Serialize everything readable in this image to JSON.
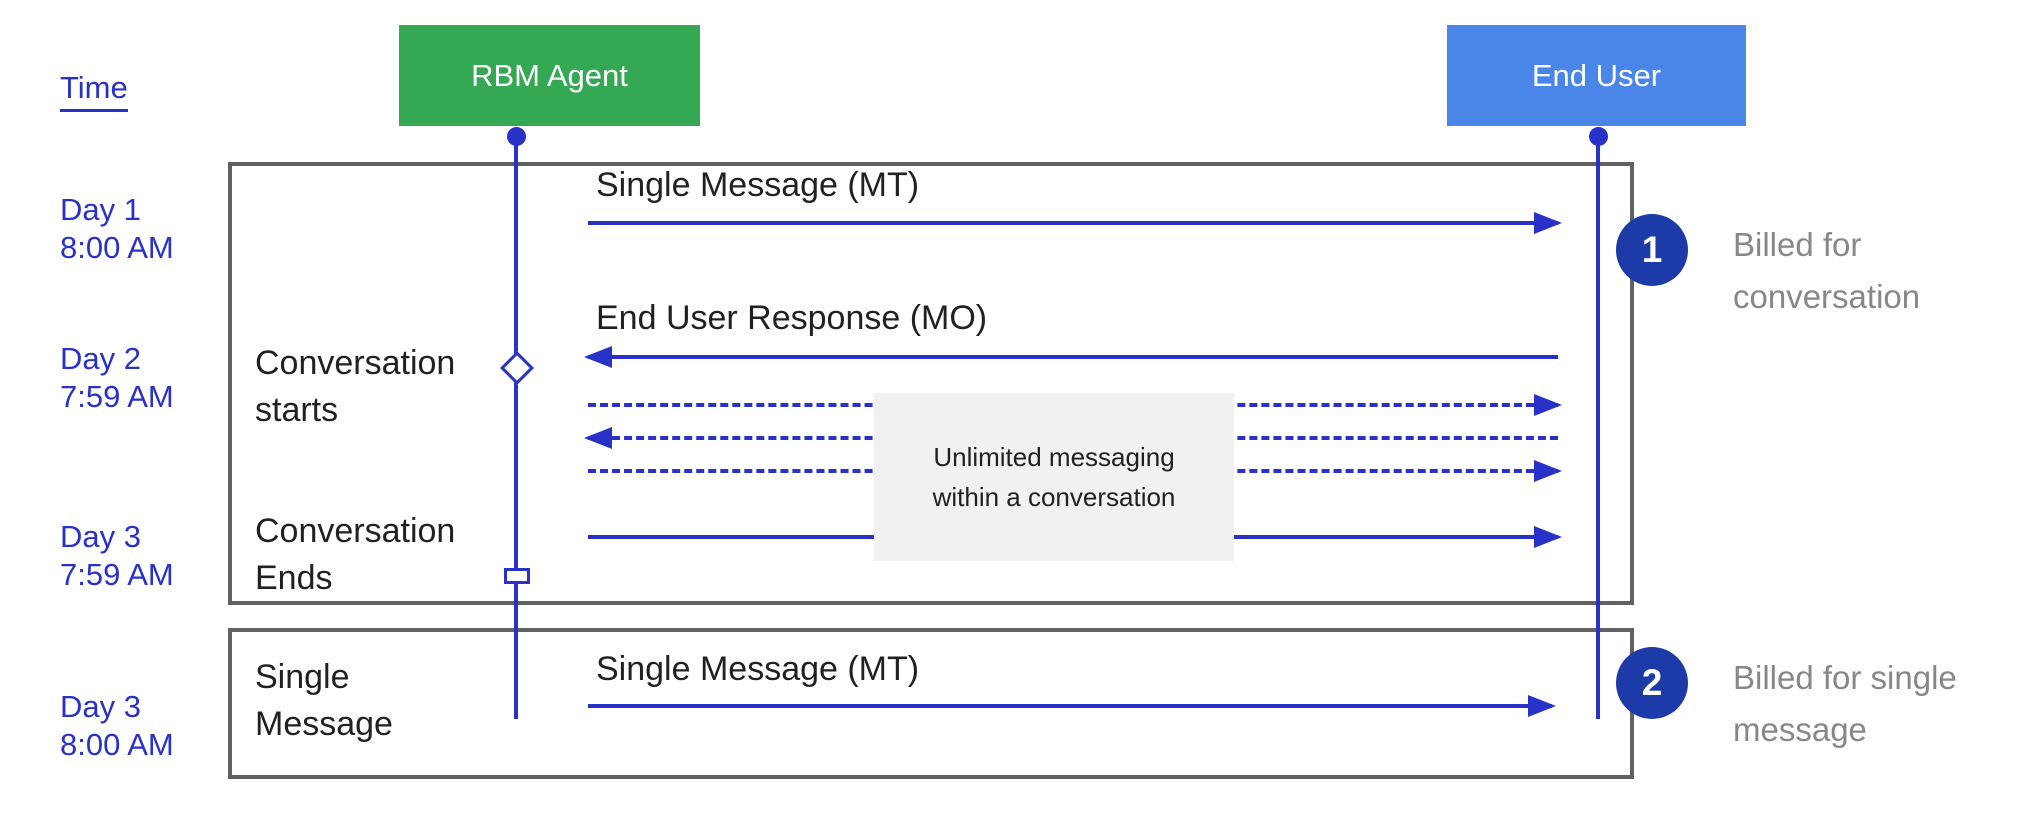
{
  "time_label": "Time",
  "actors": {
    "agent": "RBM Agent",
    "end_user": "End User"
  },
  "timeline": [
    {
      "day": "Day 1",
      "time": "8:00 AM"
    },
    {
      "day": "Day 2",
      "time": "7:59 AM"
    },
    {
      "day": "Day 3",
      "time": "7:59 AM"
    },
    {
      "day": "Day 3",
      "time": "8:00 AM"
    }
  ],
  "conversation_panel": {
    "mt_message": "Single Message (MT)",
    "mo_message": "End User Response (MO)",
    "starts_line1": "Conversation",
    "starts_line2": "starts",
    "ends_line1": "Conversation",
    "ends_line2": "Ends",
    "note_line1": "Unlimited messaging",
    "note_line2": "within a conversation"
  },
  "single_message_panel": {
    "label_line1": "Single",
    "label_line2": "Message",
    "mt_message": "Single Message (MT)"
  },
  "annotations": [
    {
      "number": "1",
      "line1": "Billed for",
      "line2": "conversation"
    },
    {
      "number": "2",
      "line1": "Billed for single",
      "line2": "message"
    }
  ],
  "colors": {
    "agent_green": "#34a853",
    "end_user_blue": "#4a86e8",
    "line_blue": "#2832c8",
    "badge_navy": "#1c3ba8",
    "panel_border_gray": "#5f6164",
    "note_background": "#f1f1f2",
    "muted_text_gray": "#85878a"
  }
}
